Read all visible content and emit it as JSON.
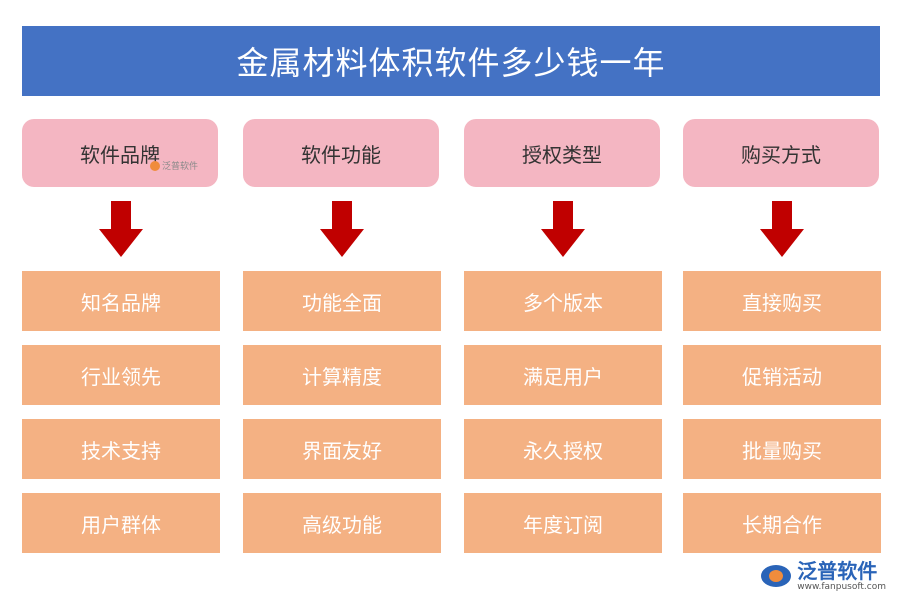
{
  "title": "金属材料体积软件多少钱一年",
  "columns": [
    {
      "header": "软件品牌",
      "items": [
        "知名品牌",
        "行业领先",
        "技术支持",
        "用户群体"
      ]
    },
    {
      "header": "软件功能",
      "items": [
        "功能全面",
        "计算精度",
        "界面友好",
        "高级功能"
      ]
    },
    {
      "header": "授权类型",
      "items": [
        "多个版本",
        "满足用户",
        "永久授权",
        "年度订阅"
      ]
    },
    {
      "header": "购买方式",
      "items": [
        "直接购买",
        "促销活动",
        "批量购买",
        "长期合作"
      ]
    }
  ],
  "watermark_small": "泛普软件",
  "logo": {
    "name": "泛普软件",
    "url": "www.fanpusoft.com"
  },
  "colors": {
    "title_bg": "#4472c4",
    "header_bg": "#f4b6c2",
    "item_bg": "#f4b183",
    "arrow": "#c00000"
  }
}
